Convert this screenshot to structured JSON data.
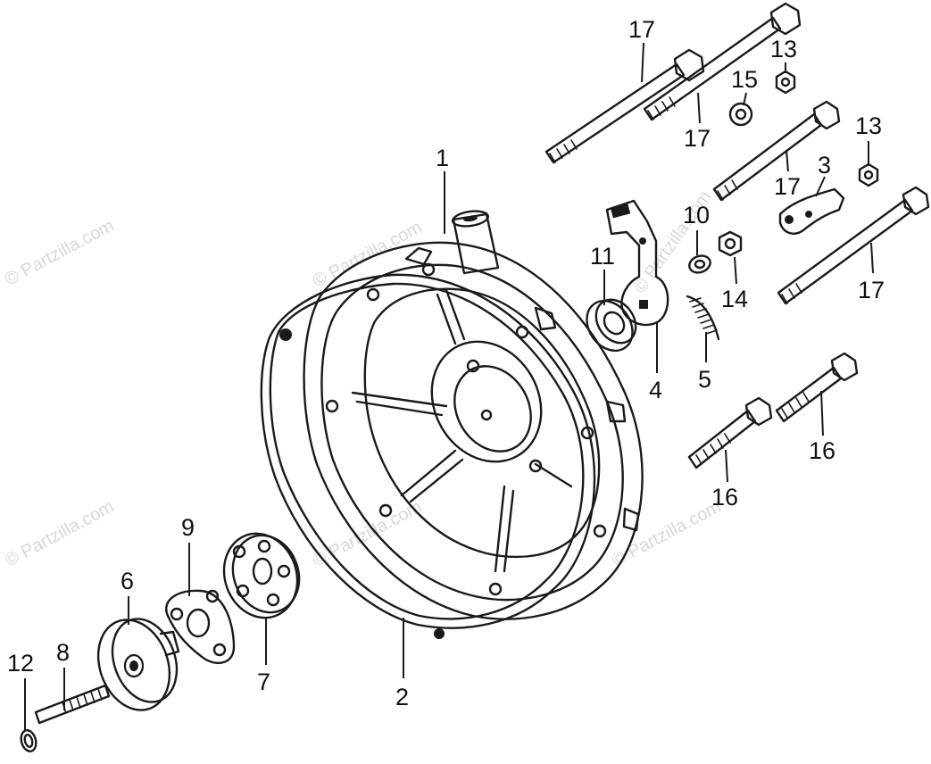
{
  "watermark": "© Partzilla.com",
  "callouts": {
    "c1": "1",
    "c2": "2",
    "c3": "3",
    "c4": "4",
    "c5": "5",
    "c6": "6",
    "c7": "7",
    "c8": "8",
    "c9": "9",
    "c10": "10",
    "c11": "11",
    "c12": "12",
    "c13a": "13",
    "c13b": "13",
    "c14": "14",
    "c15": "15",
    "c16a": "16",
    "c16b": "16",
    "c17a": "17",
    "c17b": "17",
    "c17c": "17",
    "c17d": "17"
  },
  "colors": {
    "ink": "#1a1a1a",
    "watermark": "#d8d8d8",
    "background": "#ffffff"
  }
}
